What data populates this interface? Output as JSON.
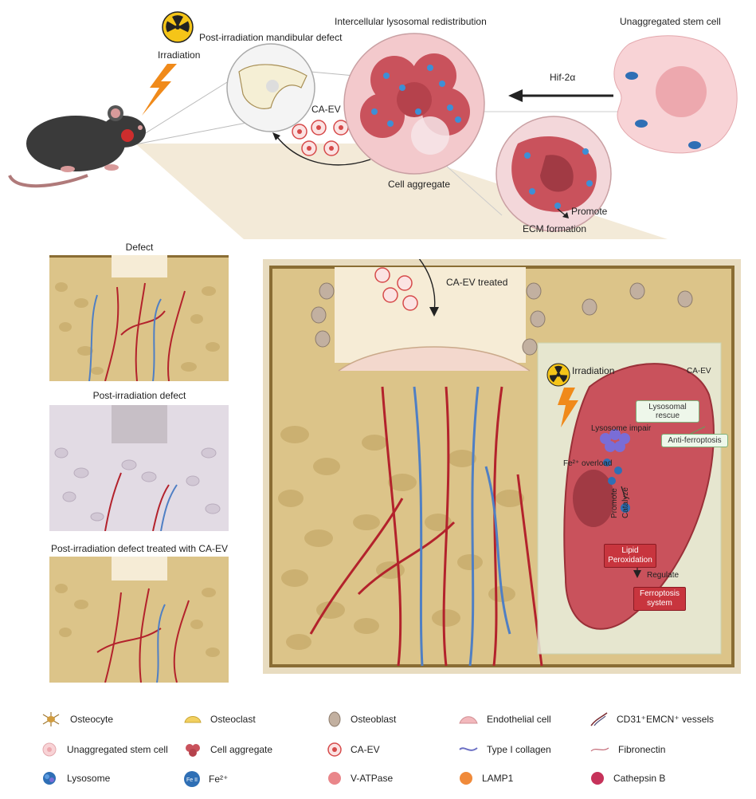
{
  "top": {
    "irradiation": "Irradiation",
    "mandibular_defect": "Post-irradiation mandibular defect",
    "redistribution": "Intercellular lysosomal redistribution",
    "unaggregated": "Unaggregated stem cell",
    "hif": "Hif-2α",
    "ca_ev": "CA-EV",
    "cell_aggregate": "Cell aggregate",
    "promote": "Promote",
    "ecm": "ECM formation"
  },
  "panels": {
    "defect": "Defect",
    "post_irradiation": "Post-irradiation defect",
    "treated": "Post-irradiation defect treated with CA-EV"
  },
  "main": {
    "treated_label": "CA-EV treated",
    "irradiation": "Irradiation",
    "ca_ev": "CA-EV",
    "lysosomal_rescue": "Lysosomal rescue",
    "anti_ferroptosis": "Anti-ferroptosis",
    "lysosome_impair": "Lysosome impair",
    "fe_overload": "Fe²⁺ overload",
    "promote": "Promote",
    "catalyze": "Catalyze",
    "lipid_peroxidation": "Lipid Peroxidation",
    "regulate": "Regulate",
    "ferroptosis_system": "Ferroptosis system"
  },
  "legend": [
    {
      "icon": "osteocyte",
      "label": "Osteocyte"
    },
    {
      "icon": "osteoclast",
      "label": "Osteoclast"
    },
    {
      "icon": "osteoblast",
      "label": "Osteoblast"
    },
    {
      "icon": "endothelial",
      "label": "Endothelial cell"
    },
    {
      "icon": "vessels",
      "label": "CD31⁺EMCN⁺ vessels"
    },
    {
      "icon": "stem",
      "label": "Unaggregated stem cell"
    },
    {
      "icon": "aggregate",
      "label": "Cell aggregate"
    },
    {
      "icon": "caev",
      "label": "CA-EV"
    },
    {
      "icon": "collagen",
      "label": "Type I collagen"
    },
    {
      "icon": "fibronectin",
      "label": "Fibronectin"
    },
    {
      "icon": "lysosome",
      "label": "Lysosome"
    },
    {
      "icon": "fe",
      "label": "Fe²⁺"
    },
    {
      "icon": "vatpase",
      "label": "V-ATPase"
    },
    {
      "icon": "lamp1",
      "label": "LAMP1"
    },
    {
      "icon": "cathepsin",
      "label": "Cathepsin B"
    }
  ],
  "fe_icon_text": "Fe II",
  "colors": {
    "bone": "#d9bf7a",
    "bone_dark": "#8a6d34",
    "artery": "#b3222c",
    "vein": "#4f7fc4",
    "cell_pink": "#f2b8bc",
    "ferro_red": "#c8353e",
    "overlay": "#e8ecdc"
  }
}
